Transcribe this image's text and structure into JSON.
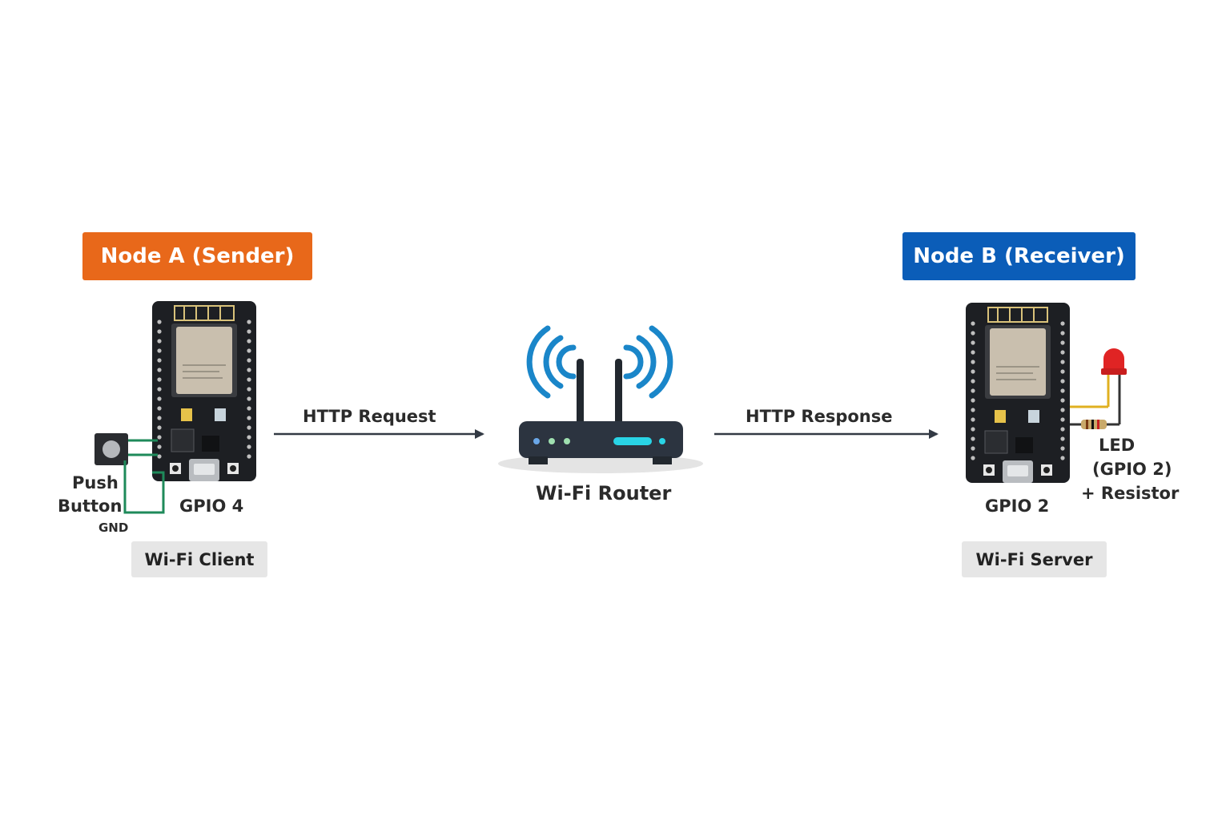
{
  "node_a": {
    "title": "Node A (Sender)",
    "title_color": "#e8681a",
    "role": "Wi-Fi Client",
    "gpio_label": "GPIO 4",
    "button_label_line1": "Push",
    "button_label_line2": "Button",
    "gnd_label": "GND"
  },
  "node_b": {
    "title": "Node B (Receiver)",
    "title_color": "#0b5db8",
    "role": "Wi-Fi Server",
    "gpio_label": "GPIO 2",
    "led_label_line1": "LED",
    "led_label_line2": "(GPIO 2)",
    "led_label_line3": "+ Resistor"
  },
  "router": {
    "label": "Wi-Fi Router",
    "signal_color": "#1a86c9",
    "body_color": "#2c3440",
    "status_light_color": "#29d4e6"
  },
  "links": {
    "request_label": "HTTP Request",
    "response_label": "HTTP Response",
    "arrow_color": "#333a44"
  },
  "wires": {
    "button_wire_color": "#1e8a5a",
    "led_signal_color": "#e0b020",
    "led_ground_color": "#333333"
  }
}
